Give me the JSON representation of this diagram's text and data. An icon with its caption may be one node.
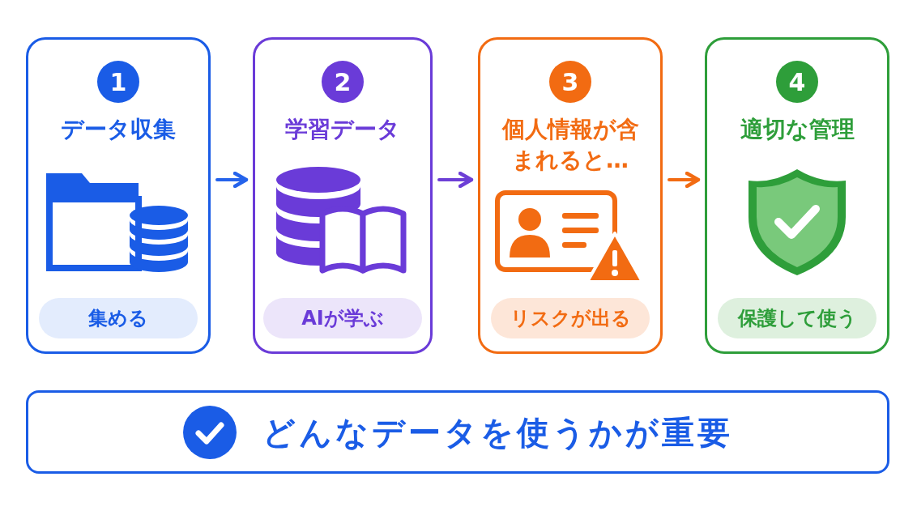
{
  "diagram": {
    "nodes": [
      {
        "text": [
          "データ収集"
        ]
      },
      {
        "text": [
          "1"
        ],
        "in": 0
      },
      {
        "text": [
          "集める"
        ],
        "in": 0
      },
      {
        "text": [
          "学習データ"
        ]
      },
      {
        "text": [
          "2"
        ],
        "in": 3
      },
      {
        "text": [
          "AIが学ぶ"
        ],
        "in": 3
      },
      {
        "text": [
          "個人情報が含まれると…"
        ]
      },
      {
        "text": [
          "3"
        ],
        "in": 6
      },
      {
        "text": [
          "リスクが出る"
        ],
        "in": 6
      },
      {
        "text": [
          "適切な管理"
        ]
      },
      {
        "text": [
          "4"
        ],
        "in": 9
      },
      {
        "text": [
          "保護して使う"
        ],
        "in": 9
      },
      {
        "text": [
          "どんなデータを使うかが重要"
        ]
      }
    ],
    "edges": [
      {
        "from": 0,
        "to": 3,
        "arrow": "to",
        "color": "#2563eb"
      },
      {
        "from": 3,
        "to": 6,
        "arrow": "to",
        "color": "#6d3fd6"
      },
      {
        "from": 6,
        "to": 9,
        "arrow": "to",
        "color": "#f26b12"
      }
    ]
  }
}
